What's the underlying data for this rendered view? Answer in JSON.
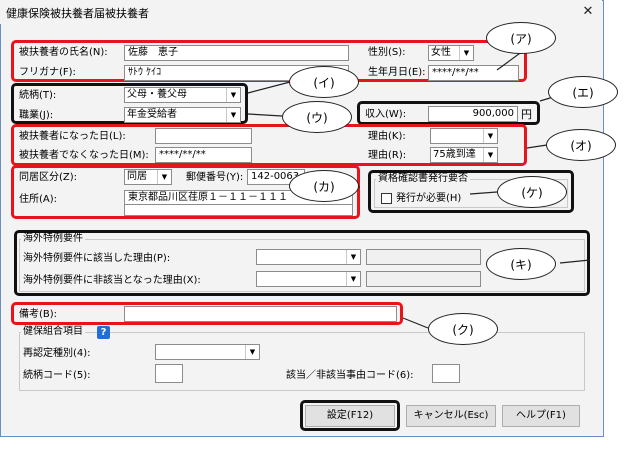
{
  "window": {
    "title": "健康保険被扶養者届被扶養者",
    "close_glyph": "✕"
  },
  "dependent": {
    "name_label": "被扶養者の氏名(N):",
    "name_value": "佐藤　恵子",
    "kana_label": "フリガナ(F):",
    "kana_value": "ｻﾄｳ ｹｲｺ",
    "gender_label": "性別(S):",
    "gender_value": "女性",
    "birth_label": "生年月日(E):",
    "birth_value": "****/**/**"
  },
  "relation": {
    "relationship_label": "続柄(T):",
    "relationship_value": "父母・養父母",
    "occupation_label": "職業(J):",
    "occupation_value": "年金受給者"
  },
  "income": {
    "label": "収入(W):",
    "value": "900,000",
    "unit": "円"
  },
  "dates": {
    "became_label": "被扶養者になった日(L):",
    "became_value": "",
    "reason1_label": "理由(K):",
    "reason1_value": "",
    "ceased_label": "被扶養者でなくなった日(M):",
    "ceased_value": "****/**/**",
    "reason2_label": "理由(R):",
    "reason2_value": "75歳到達"
  },
  "address": {
    "cohabit_label": "同居区分(Z):",
    "cohabit_value": "同居",
    "postal_label": "郵便番号(Y):",
    "postal_value": "142-0063",
    "address_label": "住所(A):",
    "address_value": "東京都品川区荏原１－１１－１１１",
    "address2_value": ""
  },
  "certificate": {
    "group_title": "資格確認書発行要否",
    "checkbox_label": "発行が必要(H)",
    "checked": false
  },
  "overseas": {
    "group_title": "海外特例要件",
    "applicable_label": "海外特例要件に該当した理由(P):",
    "not_applicable_label": "海外特例要件に非該当となった理由(X):"
  },
  "remarks": {
    "label": "備考(B):",
    "value": ""
  },
  "union": {
    "group_title": "健保組合項目",
    "help_glyph": "?",
    "recert_label": "再認定種別(4):",
    "relation_code_label": "続柄コード(5):",
    "reason_code_label": "該当／非該当事由コード(6):"
  },
  "buttons": {
    "ok": "設定(F12)",
    "cancel": "キャンセル(Esc)",
    "help": "ヘルプ(F1)"
  },
  "callouts": [
    "(ア)",
    "(イ)",
    "(ウ)",
    "(エ)",
    "(オ)",
    "(カ)",
    "(キ)",
    "(ク)",
    "(ケ)"
  ],
  "colors": {
    "highlight_red": "#e8141c",
    "highlight_black": "#111111",
    "help_blue": "#1f6fd6"
  }
}
